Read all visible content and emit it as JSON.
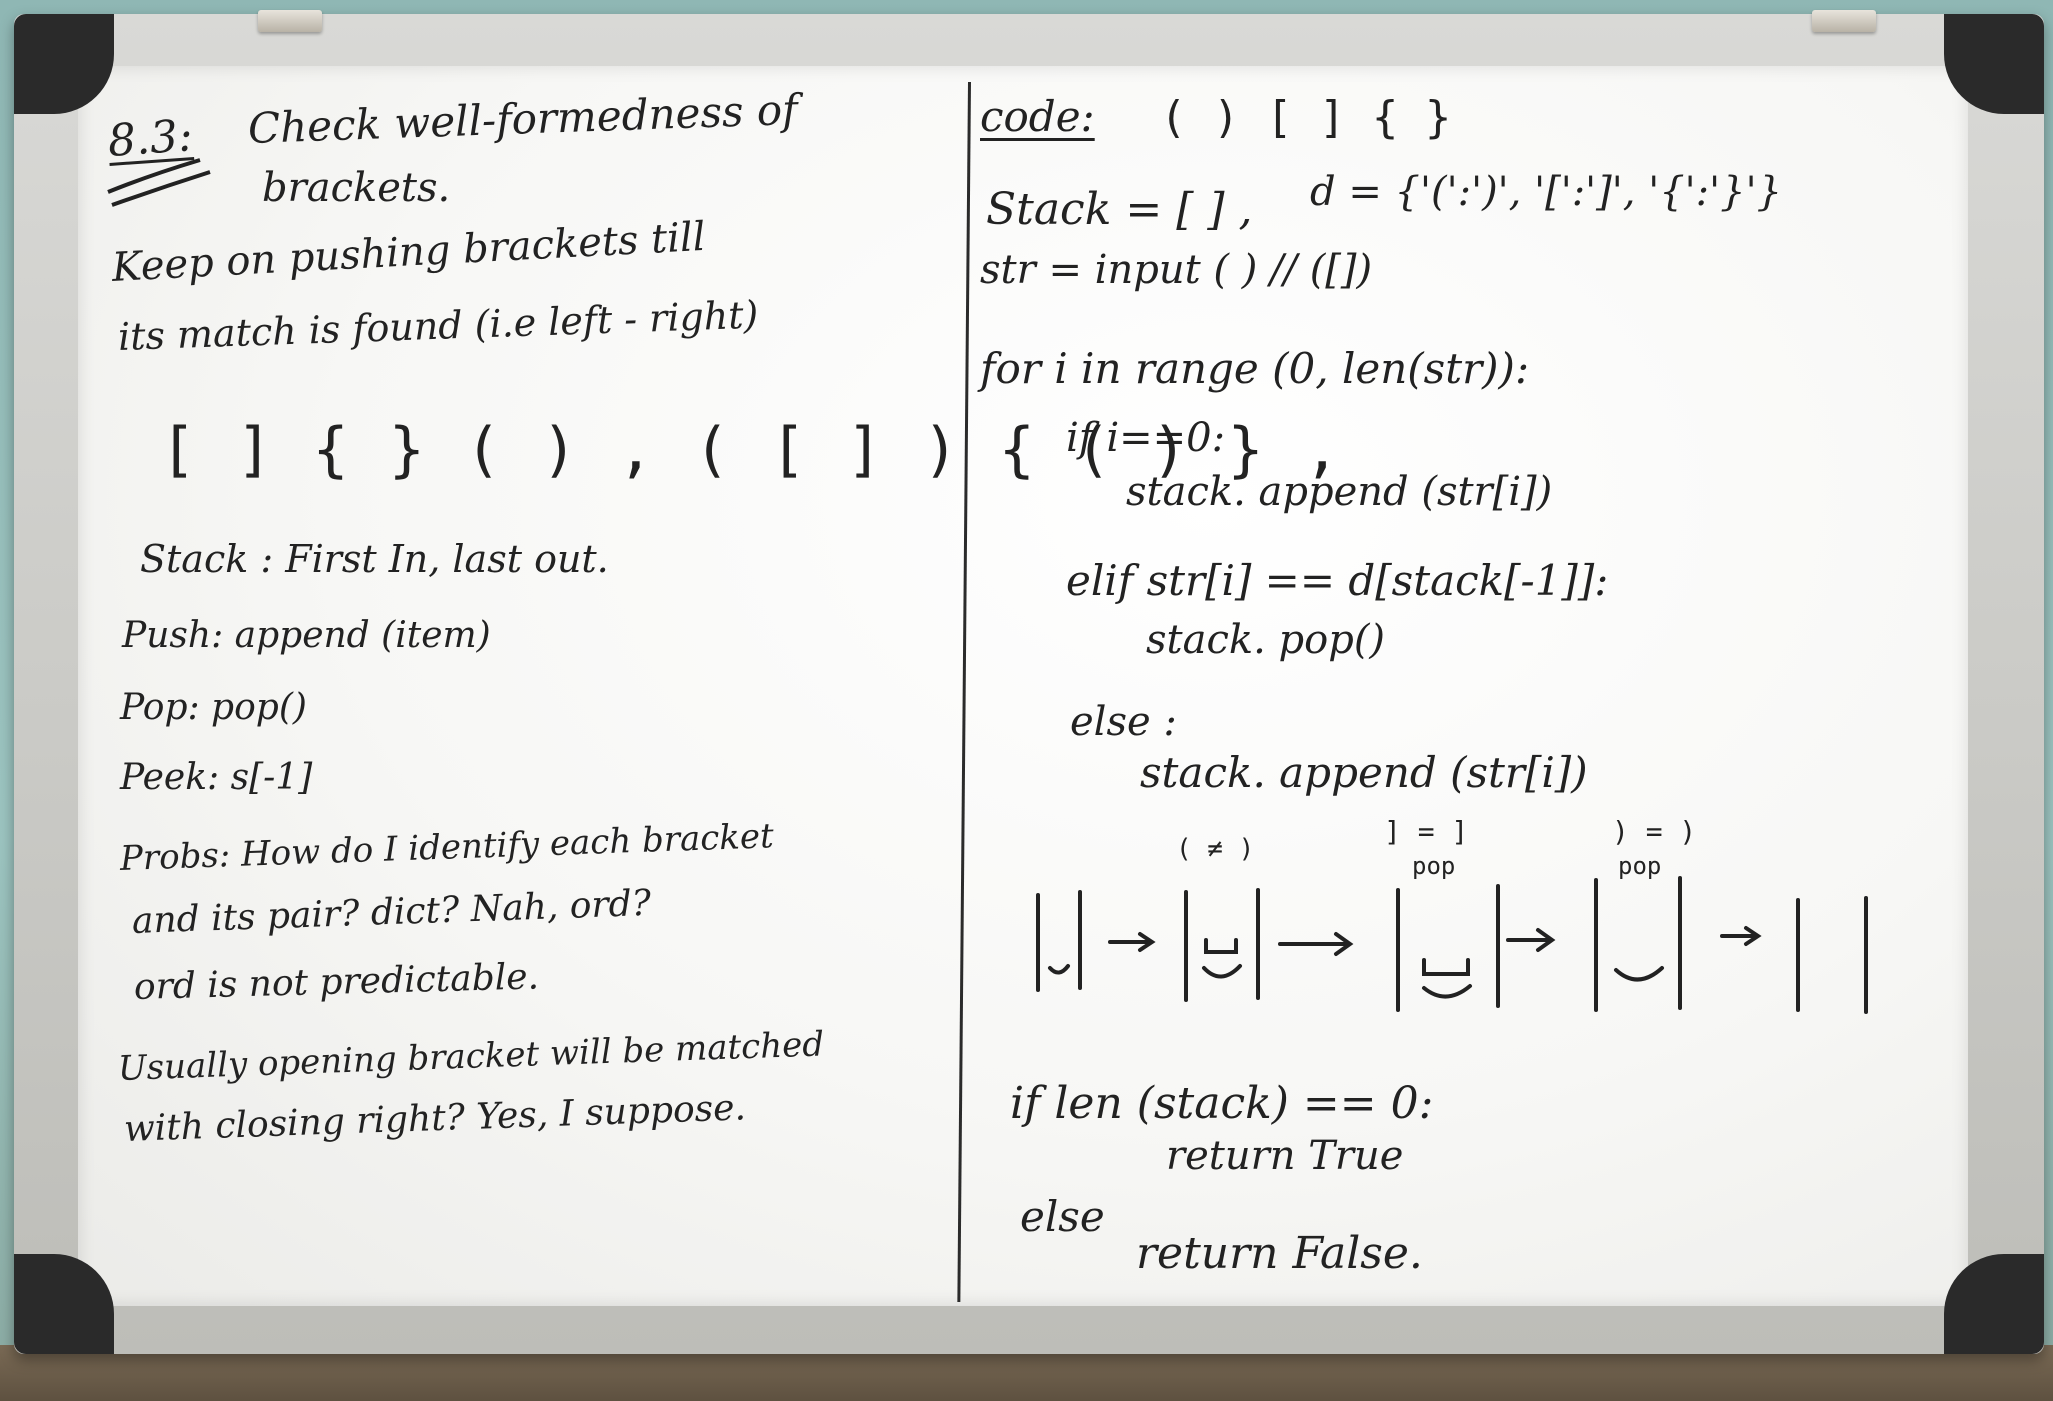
{
  "left": {
    "heading_number": "8.3:",
    "heading_line1": "Check well-formedness of",
    "heading_line2": "brackets.",
    "intro_line1": "Keep on pushing brackets till",
    "intro_line2": "its match is found (i.e left - right)",
    "examples": "[ ] { } ( ) ,  ( [ ] ) { ( ) } ,",
    "stack_def": "Stack : First In, last out.",
    "push": "Push: append (item)",
    "pop": "Pop: pop()",
    "peek": "Peek: s[-1]",
    "problem_line1": "Probs: How do I identify each bracket",
    "problem_line2": "and its pair? dict? Nah, ord?",
    "problem_line3": "ord is not predictable.",
    "usually_line1": "Usually opening bracket will be matched",
    "usually_line2": "with closing right? Yes, I suppose."
  },
  "right": {
    "code_label": "code:",
    "code_brackets": "( ) [ ] { }",
    "line_stack": "Stack = [ ] ,",
    "line_dict": "d = {'(':')', '[':']', '{':'}'}",
    "line_input": "str = input ( )  // ([])",
    "line_for": "for i in range (0, len(str)):",
    "line_if": "if i==0:",
    "line_append1": "stack. append (str[i])",
    "line_elif": "elif  str[i]  == d[stack[-1]]:",
    "line_pop": "stack. pop()",
    "line_else": "else :",
    "line_append2": "stack. append (str[i])",
    "label_neq": "( ≠ )",
    "label_eq1": "] = ]",
    "label_pop1": "pop",
    "label_eq2": ") = )",
    "label_pop2": "pop",
    "line_if_len": "if  len (stack) == 0:",
    "line_ret_true": "return True",
    "line_else2": "else",
    "line_ret_false": "return False."
  }
}
